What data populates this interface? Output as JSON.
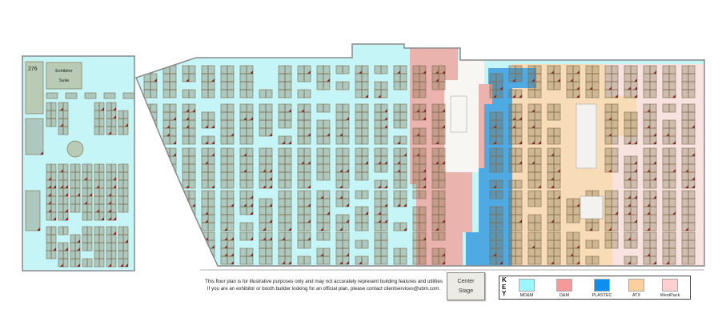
{
  "left_hall": {
    "booth_number": "276",
    "suite_label_line1": "Exhibitor",
    "suite_label_line2": "Suite"
  },
  "disclaimer": {
    "line1": "This floor plan is for illustrative purposes only and may not accurately represent building features and utilities",
    "line2": "If you are an exhibitor or booth builder looking for an official plan, please contact clientservices@ubm.com."
  },
  "center_stage": {
    "line1": "Center",
    "line2": "Stage"
  },
  "key": {
    "letters": [
      "K",
      "E",
      "Y"
    ],
    "items": [
      {
        "label": "MD&M",
        "color": "#9cf6fb"
      },
      {
        "label": "D&M",
        "color": "#f49a9a"
      },
      {
        "label": "PLASTEC",
        "color": "#0e8ff0"
      },
      {
        "label": "ATX",
        "color": "#fdcf9c"
      },
      {
        "label": "WestPack",
        "color": "#fdd0d0"
      }
    ]
  },
  "zone_colors": {
    "mdm": "#c6f5f8",
    "dm": "#ebb3ad",
    "plastec": "#4fa9e3",
    "atx": "#f8dcb8",
    "westpack": "#f9e3e1",
    "service": "#f8f6f2"
  }
}
